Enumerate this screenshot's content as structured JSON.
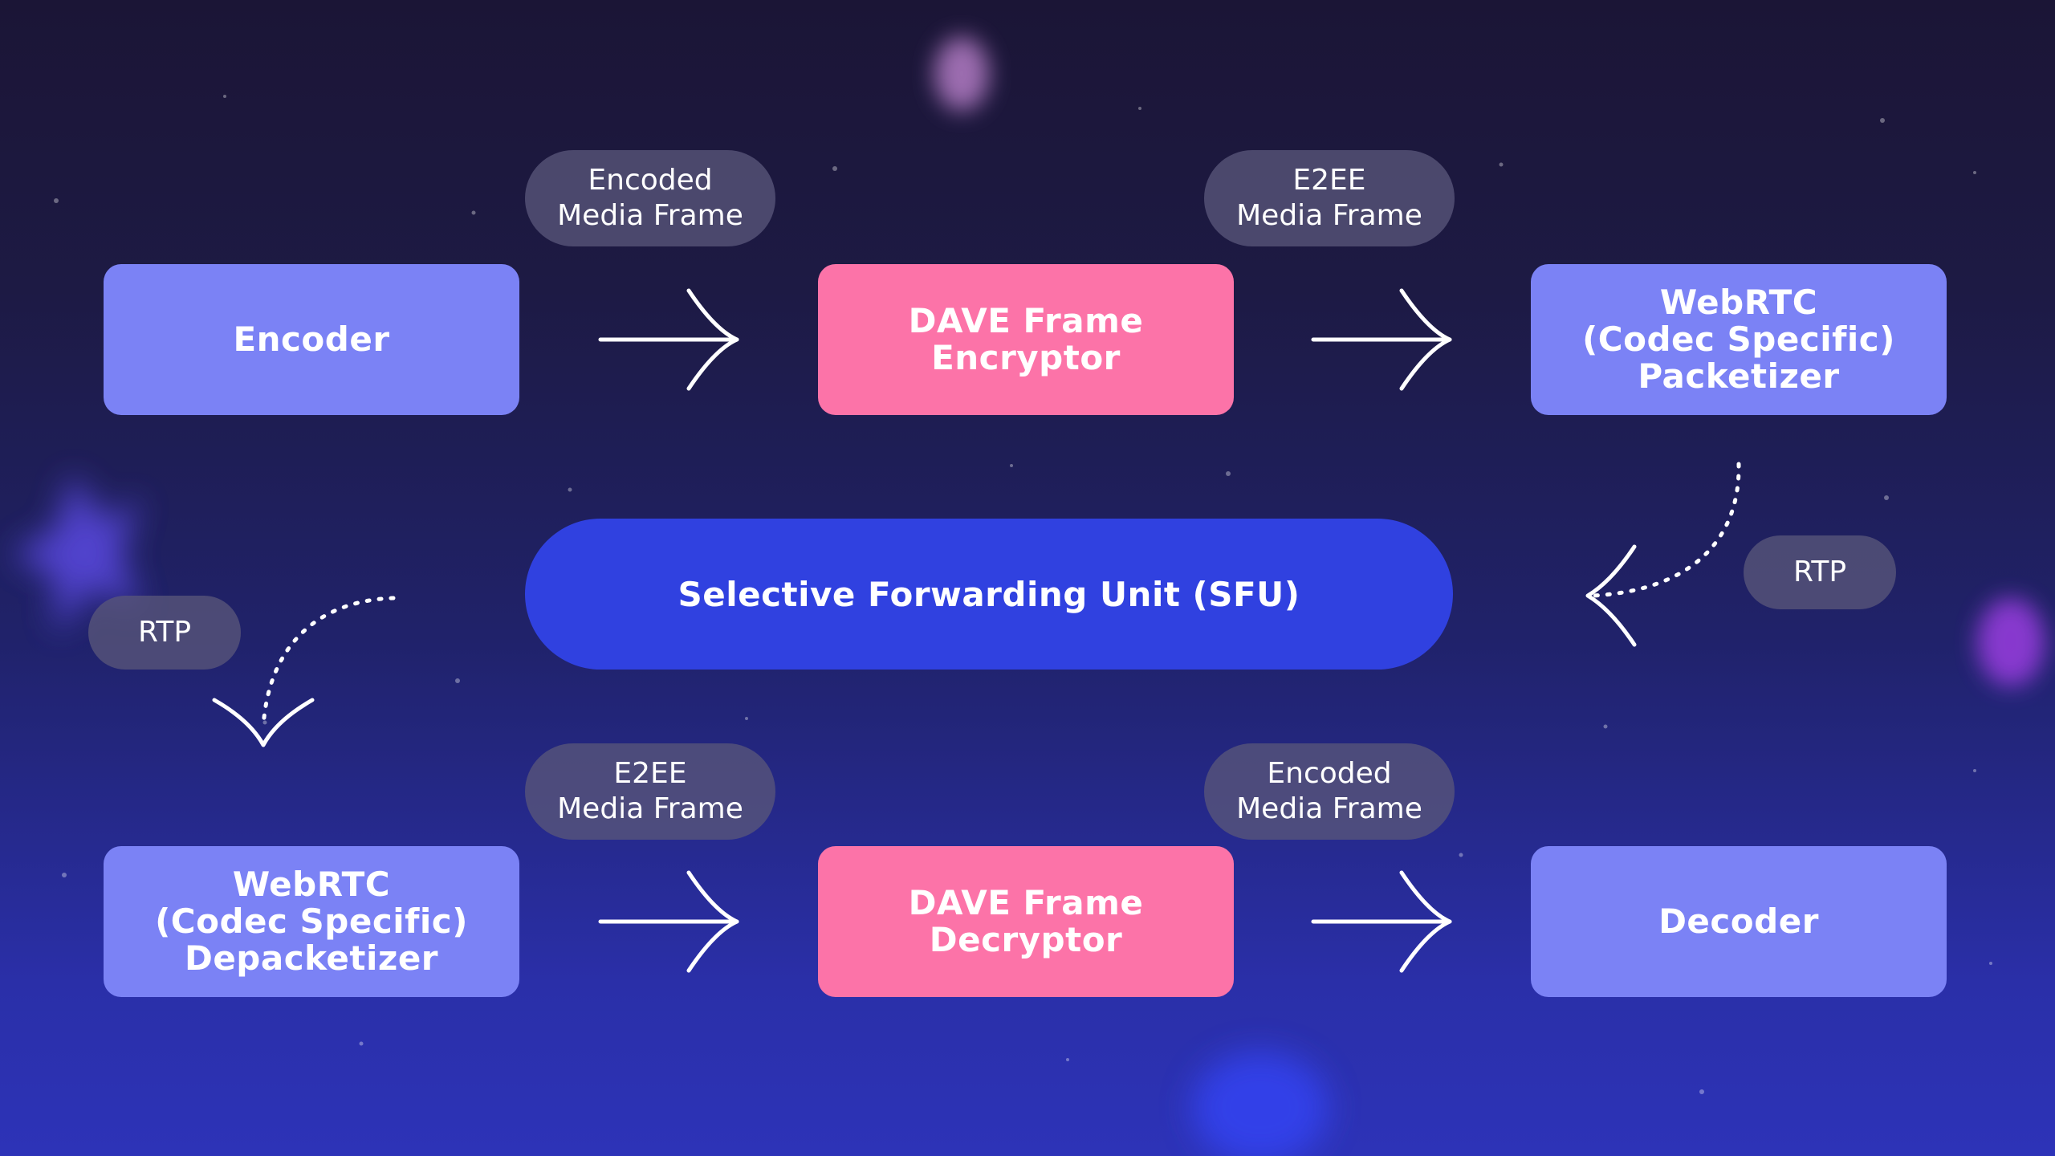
{
  "nodes": {
    "encoder": "Encoder",
    "encryptor": "DAVE Frame\nEncryptor",
    "packetizer": "WebRTC\n(Codec Specific)\nPacketizer",
    "sfu": "Selective Forwarding Unit (SFU)",
    "depacketizer": "WebRTC\n(Codec Specific)\nDepacketizer",
    "decryptor": "DAVE Frame\nDecryptor",
    "decoder": "Decoder"
  },
  "labels": {
    "top_left": "Encoded\nMedia Frame",
    "top_right": "E2EE\nMedia Frame",
    "rtp_right": "RTP",
    "rtp_left": "RTP",
    "bottom_left": "E2EE\nMedia Frame",
    "bottom_right": "Encoded\nMedia Frame"
  },
  "colors": {
    "background_top": "#1b1536",
    "background_bottom": "#2d33b8",
    "node_blue": "#7b82f5",
    "node_pink": "#fc73a8",
    "sfu_blue": "#3041e0",
    "label_pill": "#58567a",
    "arrow": "#ffffff"
  }
}
